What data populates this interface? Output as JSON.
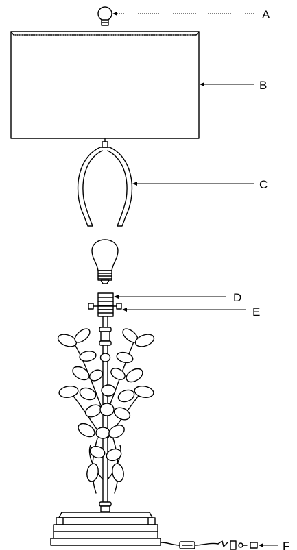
{
  "callouts": [
    {
      "id": "finial",
      "label": "A"
    },
    {
      "id": "shade",
      "label": "B"
    },
    {
      "id": "harp",
      "label": "C"
    },
    {
      "id": "socket",
      "label": "D"
    },
    {
      "id": "harp-saddle",
      "label": "E"
    },
    {
      "id": "plug",
      "label": "F"
    }
  ],
  "colors": {
    "ink": "#000000",
    "paper": "#ffffff"
  }
}
